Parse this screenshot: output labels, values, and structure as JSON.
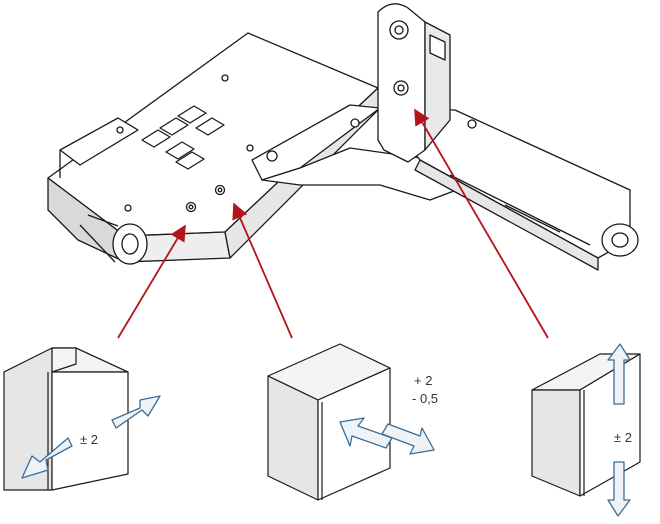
{
  "adjustments": {
    "left": {
      "value": "± 2"
    },
    "middle": {
      "plus": "+ 2",
      "minus": "- 0,5"
    },
    "right": {
      "value": "± 2"
    }
  },
  "colors": {
    "outline": "#1a1a1a",
    "pointer_arrow": "#b3141b",
    "direction_arrow": "#3b6d96",
    "direction_fill": "#eef3f7",
    "box_face": "#f4f4f4",
    "box_side": "#e2e2e2"
  }
}
